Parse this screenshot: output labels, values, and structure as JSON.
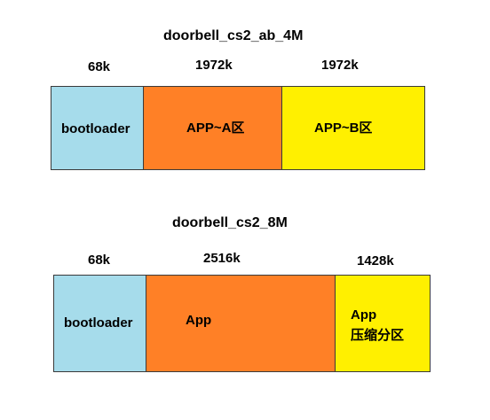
{
  "colors": {
    "bootloader": "#a6dceb",
    "app": "#ff8026",
    "app_b": "#fff000",
    "outline": "#3a3a3a"
  },
  "diagrams": [
    {
      "title": "doorbell_cs2_ab_4M",
      "segments": [
        {
          "size": "68k",
          "label": "bootloader"
        },
        {
          "size": "1972k",
          "label": "APP~A区"
        },
        {
          "size": "1972k",
          "label": "APP~B区"
        }
      ]
    },
    {
      "title": "doorbell_cs2_8M",
      "segments": [
        {
          "size": "68k",
          "label": "bootloader"
        },
        {
          "size": "2516k",
          "label": "App"
        },
        {
          "size": "1428k",
          "label": "App\n压缩分区"
        }
      ]
    }
  ]
}
